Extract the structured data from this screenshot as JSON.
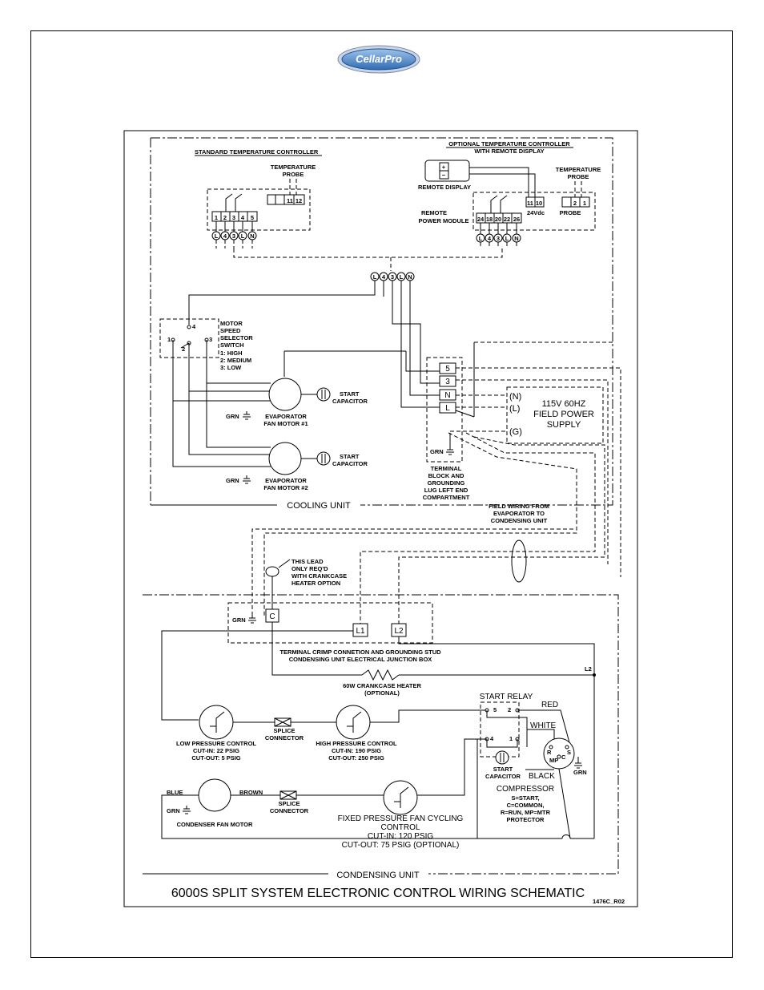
{
  "brand": {
    "logo_text": "CellarPro"
  },
  "title": "6000S SPLIT SYSTEM ELECTRONIC CONTROL WIRING SCHEMATIC",
  "drawing_number": "1476C_R02",
  "cooling_unit": {
    "label": "COOLING UNIT",
    "standard_controller": {
      "title": "STANDARD TEMPERATURE CONTROLLER",
      "probe_label_1": "TEMPERATURE",
      "probe_label_2": "PROBE",
      "probe_terminals": [
        "11",
        "12"
      ],
      "terminals": [
        "1",
        "2",
        "3",
        "4",
        "5"
      ],
      "lead_labels": [
        "L",
        "4",
        "3",
        "L",
        "N"
      ]
    },
    "optional_controller": {
      "title_1": "OPTIONAL TEMPERATURE CONTROLLER",
      "title_2": "WITH REMOTE DISPLAY",
      "remote_display": "REMOTE DISPLAY",
      "plus": "+",
      "minus": "−",
      "remote_module_1": "REMOTE",
      "remote_module_2": "POWER MODULE",
      "display_terminals": [
        "11",
        "10"
      ],
      "voltage": "24Vdc",
      "probe_label_1": "TEMPERATURE",
      "probe_label_2": "PROBE",
      "probe": "PROBE",
      "probe_terminals": [
        "2",
        "1"
      ],
      "terminals": [
        "24",
        "18",
        "20",
        "22",
        "26"
      ],
      "lead_labels": [
        "L",
        "4",
        "3",
        "L",
        "N"
      ]
    },
    "junction_leads": [
      "L",
      "4",
      "3",
      "L",
      "N"
    ],
    "motor_switch": {
      "lines": [
        "MOTOR",
        "SPEED",
        "SELECTOR",
        "SWITCH",
        "1: HIGH",
        "2: MEDIUM",
        "3: LOW"
      ],
      "pin_1": "1",
      "pin_2": "2",
      "pin_3": "3",
      "pin_4": "4"
    },
    "fan_motor_1": {
      "line_1": "EVAPORATOR",
      "line_2": "FAN MOTOR #1",
      "cap_1": "START",
      "cap_2": "CAPACITOR",
      "grn": "GRN"
    },
    "fan_motor_2": {
      "line_1": "EVAPORATOR",
      "line_2": "FAN MOTOR #2",
      "cap_1": "START",
      "cap_2": "CAPACITOR",
      "grn": "GRN"
    },
    "terminal_block": {
      "terminals": [
        "5",
        "3",
        "N",
        "L"
      ],
      "grn": "GRN",
      "lines": [
        "TERMINAL",
        "BLOCK AND",
        "GROUNDING",
        "LUG LEFT END",
        "COMPARTMENT"
      ]
    },
    "power_supply": {
      "n": "(N)",
      "l": "(L)",
      "g": "(G)",
      "line_1": "115V 60HZ",
      "line_2": "FIELD POWER",
      "line_3": "SUPPLY"
    }
  },
  "field_wiring": {
    "line_1": "FIELD WIRING FROM",
    "line_2": "EVAPORATOR TO",
    "line_3": "CONDENSING UNIT"
  },
  "lead_note": {
    "line_1": "THIS LEAD",
    "line_2": "ONLY REQ'D",
    "line_3": "WITH CRANKCASE",
    "line_4": "HEATER OPTION"
  },
  "condensing_unit": {
    "label": "CONDENSING UNIT",
    "grn": "GRN",
    "c": "C",
    "l1": "L1",
    "l2": "L2",
    "l2_line": "L2",
    "junction_1": "TERMINAL CRIMP CONNETION AND GROUNDING STUD",
    "junction_2": "CONDENSING UNIT ELECTRICAL JUNCTION BOX",
    "heater_1": "60W CRANKCASE HEATER",
    "heater_2": "(OPTIONAL)",
    "start_relay": "START RELAY",
    "relay_pins": [
      "5",
      "2",
      "4",
      "1"
    ],
    "red": "RED",
    "white": "WHITE",
    "black": "BLACK",
    "start_cap_1": "START",
    "start_cap_2": "CAPACITOR",
    "low_pressure": [
      "LOW PRESSURE CONTROL",
      "CUT-IN: 22 PSIG",
      "CUT-OUT: 5 PSIG"
    ],
    "splice_1": [
      "SPLICE",
      "CONNECTOR"
    ],
    "high_pressure": [
      "HIGH PRESSURE CONTROL",
      "CUT-IN: 190 PSIG",
      "CUT-OUT: 250 PSIG"
    ],
    "compressor_pins": {
      "r": "R",
      "s": "S",
      "c": "C",
      "mp": "MP"
    },
    "compressor_grn": "GRN",
    "compressor": [
      "COMPRESSOR",
      "S=START,",
      "C=COMMON,",
      "R=RUN, MP=MTR",
      "PROTECTOR"
    ],
    "blue": "BLUE",
    "brown": "BROWN",
    "fan_grn": "GRN",
    "condenser_fan": "CONDENSER FAN MOTOR",
    "splice_2": [
      "SPLICE",
      "CONNECTOR"
    ],
    "fan_cycling": [
      "FIXED PRESSURE FAN CYCLING",
      "CONTROL",
      "CUT-IN: 120 PSIG",
      "CUT-OUT: 75 PSIG (OPTIONAL)"
    ]
  },
  "colors": {
    "logo_blue": "#2f6bb3",
    "ink": "#000000"
  }
}
